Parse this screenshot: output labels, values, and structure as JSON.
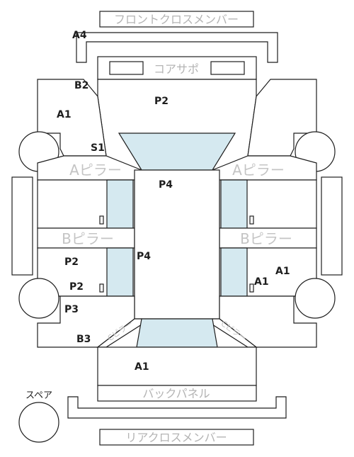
{
  "colors": {
    "line": "#1e1e1e",
    "glass": "#d5e9f0",
    "label_grey": "#b4b4b4",
    "background": "#ffffff"
  },
  "parts": {
    "front_cross_member": "フロントクロスメンバー",
    "core_support": "コアサポ",
    "a_pillar_left": "Aピラー",
    "a_pillar_right": "Aピラー",
    "b_pillar_left": "Bピラー",
    "b_pillar_right": "Bピラー",
    "c_pillar_left": "Cピラー",
    "c_pillar_right": "Cピラー",
    "back_panel": "バックパネル",
    "rear_cross_member": "リアクロスメンバー",
    "spare": "スペア"
  },
  "codes": {
    "a4": "A4",
    "b2": "B2",
    "p2_top": "P2",
    "a1_front_left": "A1",
    "s1": "S1",
    "p4_roof": "P4",
    "p4_side": "P4",
    "p2_left_a": "P2",
    "p2_left_b": "P2",
    "p3": "P3",
    "b3": "B3",
    "a1_rear": "A1",
    "a1_right_a": "A1",
    "a1_right_b": "A1"
  }
}
